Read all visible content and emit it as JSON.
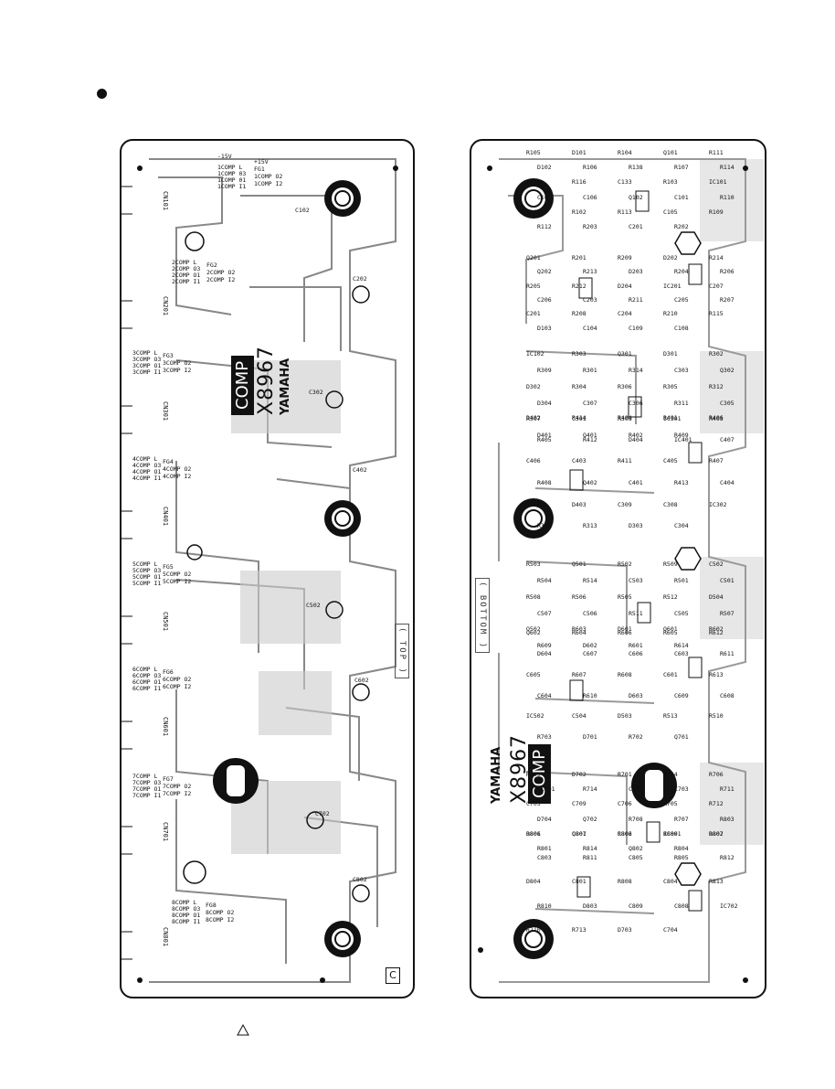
{
  "left_board": {
    "power_labels": [
      "-15V",
      "+15V",
      "1COMP L",
      "1COMP 03",
      "1COMP 01",
      "1COMP I1",
      "FG1",
      "1COMP O2",
      "1COMP I2"
    ],
    "channel_blocks": [
      {
        "lines": [
          "2COMP L",
          "2COMP O3",
          "2COMP O1",
          "2COMP I1"
        ],
        "fg": "FG2",
        "right": [
          "2COMP O2",
          "2COMP I2"
        ]
      },
      {
        "lines": [
          "3COMP L",
          "3COMP O3",
          "3COMP O1",
          "3COMP I1"
        ],
        "fg": "FG3",
        "right": [
          "3COMP O2",
          "3COMP I2"
        ]
      },
      {
        "lines": [
          "4COMP L",
          "4COMP O3",
          "4COMP O1",
          "4COMP I1"
        ],
        "fg": "FG4",
        "right": [
          "4COMP O2",
          "4COMP I2"
        ]
      },
      {
        "lines": [
          "5COMP L",
          "5COMP O3",
          "5COMP O1",
          "5COMP I1"
        ],
        "fg": "FG5",
        "right": [
          "5COMP O2",
          "5COMP I2"
        ]
      },
      {
        "lines": [
          "6COMP L",
          "6COMP O3",
          "6COMP O1",
          "6COMP I1"
        ],
        "fg": "FG6",
        "right": [
          "6COMP O2",
          "6COMP I2"
        ]
      },
      {
        "lines": [
          "7COMP L",
          "7COMP O3",
          "7COMP O1",
          "7COMP I1"
        ],
        "fg": "FG7",
        "right": [
          "7COMP O2",
          "7COMP I2"
        ]
      },
      {
        "lines": [
          "8COMP L",
          "8COMP O3",
          "8COMP O1",
          "8COMP I1"
        ],
        "fg": "FG8",
        "right": [
          "8COMP O2",
          "8COMP I2"
        ]
      }
    ],
    "connectors": [
      "CN101",
      "CN201",
      "CN301",
      "CN401",
      "CN501",
      "CN601",
      "CN701",
      "CN801"
    ],
    "caps": [
      "C102",
      "C202",
      "C302",
      "C402",
      "C502",
      "C602",
      "C702",
      "C802"
    ],
    "brand": "YAMAHA",
    "model": "X8967",
    "comp": "COMP",
    "side_label": "( TOP )",
    "corner": "C"
  },
  "right_board": {
    "brand": "YAMAHA",
    "model": "X8967",
    "comp": "COMP",
    "side_label": "( BOTTOM )",
    "labels": [
      "R105",
      "D101",
      "R104",
      "Q101",
      "R111",
      "D102",
      "R106",
      "R138",
      "R107",
      "R114",
      "D104",
      "R116",
      "C133",
      "R103",
      "IC101",
      "C107",
      "C106",
      "Q102",
      "C101",
      "R110",
      "R101",
      "R102",
      "R113",
      "C105",
      "R109",
      "R112",
      "R203",
      "C201",
      "R202",
      "Q201",
      "R201",
      "R209",
      "D202",
      "R214",
      "Q202",
      "R213",
      "D203",
      "R204",
      "R206",
      "R205",
      "R212",
      "D204",
      "IC201",
      "C207",
      "C206",
      "C203",
      "R211",
      "C205",
      "R207",
      "C201",
      "R208",
      "C204",
      "R210",
      "R115",
      "D103",
      "C104",
      "C109",
      "C108",
      "IC102",
      "R303",
      "Q301",
      "D301",
      "R302",
      "R309",
      "R301",
      "R314",
      "C303",
      "Q302",
      "D302",
      "R304",
      "R306",
      "R305",
      "R312",
      "D304",
      "C307",
      "C306",
      "R311",
      "C305",
      "R307",
      "C301",
      "R308",
      "IC301",
      "R403",
      "D401",
      "Q401",
      "R402",
      "R409",
      "D402",
      "R414",
      "R404",
      "R401",
      "R406",
      "R405",
      "R412",
      "D404",
      "IC401",
      "C407",
      "C406",
      "C403",
      "R411",
      "C405",
      "R407",
      "R408",
      "Q402",
      "C401",
      "R413",
      "C404",
      "R410",
      "D403",
      "C309",
      "C308",
      "IC302",
      "R310",
      "R313",
      "D303",
      "C304",
      "R503",
      "Q501",
      "R502",
      "R509",
      "C502",
      "R504",
      "R514",
      "C503",
      "R501",
      "C501",
      "R508",
      "R506",
      "R505",
      "R512",
      "D504",
      "C507",
      "C506",
      "R511",
      "C505",
      "R507",
      "Q502",
      "R603",
      "D601",
      "Q601",
      "R602",
      "R609",
      "D602",
      "R601",
      "R614",
      "Q602",
      "R604",
      "R606",
      "R605",
      "R612",
      "D604",
      "C607",
      "C606",
      "C603",
      "R611",
      "C605",
      "R607",
      "R608",
      "C601",
      "R613",
      "C604",
      "R610",
      "D603",
      "C609",
      "C608",
      "IC502",
      "C504",
      "D503",
      "R513",
      "R510",
      "R703",
      "D701",
      "R702",
      "Q701",
      "R709",
      "D702",
      "R701",
      "R704",
      "R706",
      "IC701",
      "R714",
      "C701",
      "C703",
      "R711",
      "C705",
      "C709",
      "C706",
      "R705",
      "R712",
      "D704",
      "Q702",
      "R708",
      "R707",
      "R803",
      "D801",
      "Q801",
      "R802",
      "R809",
      "D802",
      "R801",
      "R814",
      "Q802",
      "R804",
      "R806",
      "C807",
      "C806",
      "IC801",
      "R807",
      "C803",
      "R811",
      "C805",
      "R805",
      "R812",
      "D804",
      "C801",
      "R808",
      "C804",
      "R813",
      "R810",
      "D803",
      "C809",
      "C808",
      "IC702",
      "R710",
      "R713",
      "D703",
      "C704"
    ]
  }
}
